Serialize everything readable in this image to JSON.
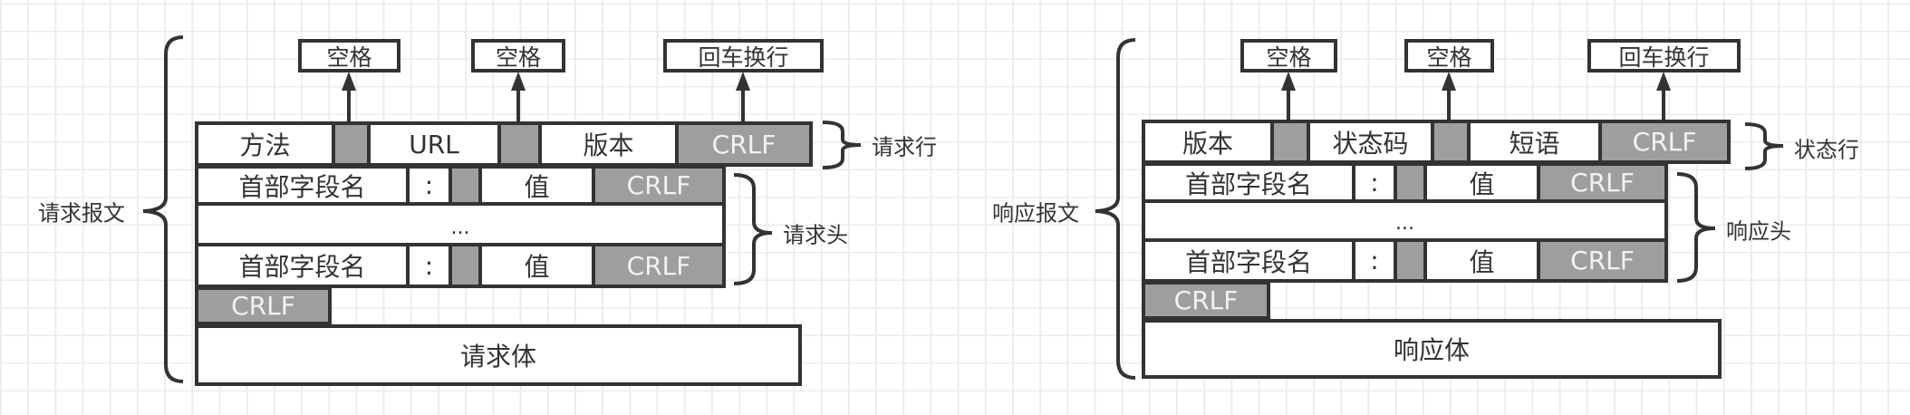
{
  "request": {
    "title": "请求报文",
    "annotations": {
      "space1": "空格",
      "space2": "空格",
      "crlf": "回车换行"
    },
    "request_line": {
      "label": "请求行",
      "cells": [
        "方法",
        "",
        "URL",
        "",
        "版本",
        "CRLF"
      ]
    },
    "headers": {
      "label": "请求头",
      "row1": {
        "name": "首部字段名",
        "colon": ":",
        "value": "值",
        "crlf": "CRLF"
      },
      "ellipsis": "...",
      "row2": {
        "name": "首部字段名",
        "colon": ":",
        "value": "值",
        "crlf": "CRLF"
      }
    },
    "blank_line": "CRLF",
    "body": "请求体"
  },
  "response": {
    "title": "响应报文",
    "annotations": {
      "space1": "空格",
      "space2": "空格",
      "crlf": "回车换行"
    },
    "status_line": {
      "label": "状态行",
      "cells": [
        "版本",
        "",
        "状态码",
        "",
        "短语",
        "CRLF"
      ]
    },
    "headers": {
      "label": "响应头",
      "row1": {
        "name": "首部字段名",
        "colon": ":",
        "value": "值",
        "crlf": "CRLF"
      },
      "ellipsis": "...",
      "row2": {
        "name": "首部字段名",
        "colon": ":",
        "value": "值",
        "crlf": "CRLF"
      }
    },
    "blank_line": "CRLF",
    "body": "响应体"
  },
  "colors": {
    "border": "#333333",
    "field_gray": "#9e9e9e",
    "grid": "#ececec"
  }
}
